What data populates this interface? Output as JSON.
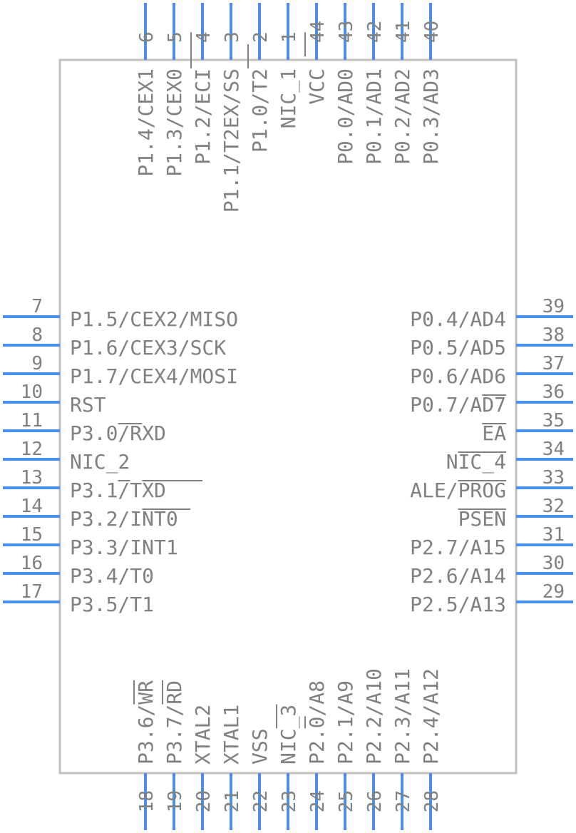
{
  "colors": {
    "body_stroke": "#c0c0c0",
    "pin": "#4a8fe7",
    "text": "#808080",
    "overbar": "#808080"
  },
  "top_pins": [
    {
      "num": "6",
      "name": "P1.4/CEX1"
    },
    {
      "num": "5",
      "name": "P1.3/CEX0"
    },
    {
      "num": "4",
      "name": "P1.2/ECI"
    },
    {
      "num": "3",
      "name": "P1.1/T2EX/SS"
    },
    {
      "num": "2",
      "name": "P1.0/T2"
    },
    {
      "num": "1",
      "name": "NIC_1"
    },
    {
      "num": "44",
      "name": "VCC"
    },
    {
      "num": "43",
      "name": "P0.0/AD0"
    },
    {
      "num": "42",
      "name": "P0.1/AD1"
    },
    {
      "num": "41",
      "name": "P0.2/AD2"
    },
    {
      "num": "40",
      "name": "P0.3/AD3"
    }
  ],
  "bottom_pins": [
    {
      "num": "18",
      "name": "P3.6/WR"
    },
    {
      "num": "19",
      "name": "P3.7/RD"
    },
    {
      "num": "20",
      "name": "XTAL2"
    },
    {
      "num": "21",
      "name": "XTAL1"
    },
    {
      "num": "22",
      "name": "VSS"
    },
    {
      "num": "23",
      "name": "NIC_3"
    },
    {
      "num": "24",
      "name": "P2.0/A8"
    },
    {
      "num": "25",
      "name": "P2.1/A9"
    },
    {
      "num": "26",
      "name": "P2.2/A10"
    },
    {
      "num": "27",
      "name": "P2.3/A11"
    },
    {
      "num": "28",
      "name": "P2.4/A12"
    }
  ],
  "left_pins": [
    {
      "num": "7",
      "name": "P1.5/CEX2/MISO"
    },
    {
      "num": "8",
      "name": "P1.6/CEX3/SCK"
    },
    {
      "num": "9",
      "name": "P1.7/CEX4/MOSI"
    },
    {
      "num": "10",
      "name": "RST"
    },
    {
      "num": "11",
      "name": "P3.0/RXD"
    },
    {
      "num": "12",
      "name": "NIC_2"
    },
    {
      "num": "13",
      "name": "P3.1/TXD"
    },
    {
      "num": "14",
      "name": "P3.2/INT0"
    },
    {
      "num": "15",
      "name": "P3.3/INT1"
    },
    {
      "num": "16",
      "name": "P3.4/T0"
    },
    {
      "num": "17",
      "name": "P3.5/T1"
    }
  ],
  "right_pins": [
    {
      "num": "39",
      "name": "P0.4/AD4"
    },
    {
      "num": "38",
      "name": "P0.5/AD5"
    },
    {
      "num": "37",
      "name": "P0.6/AD6"
    },
    {
      "num": "36",
      "name": "P0.7/AD7"
    },
    {
      "num": "35",
      "name": "EA"
    },
    {
      "num": "34",
      "name": "NIC_4"
    },
    {
      "num": "33",
      "name": "ALE/PROG"
    },
    {
      "num": "32",
      "name": "PSEN"
    },
    {
      "num": "31",
      "name": "P2.7/A15"
    },
    {
      "num": "30",
      "name": "P2.6/A14"
    },
    {
      "num": "29",
      "name": "P2.5/A13"
    }
  ]
}
